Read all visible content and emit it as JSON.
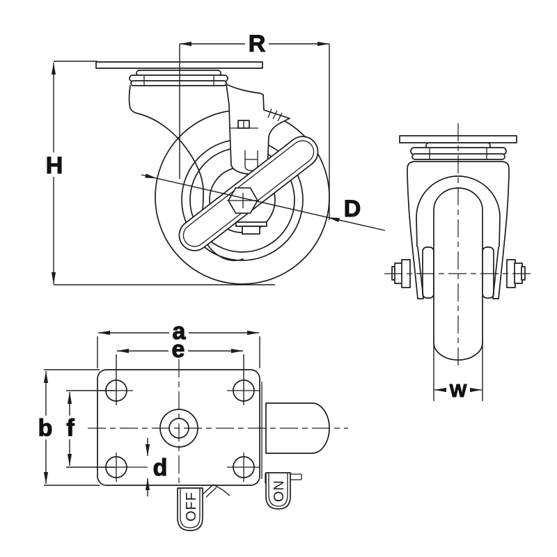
{
  "drawing": {
    "title": "Swivel plate caster with brake - dimensional drawing",
    "background": "#ffffff",
    "line_color": "#1c1c1c",
    "views": {
      "side": {
        "name": "side elevation view",
        "labels": {
          "R": "R",
          "H": "H",
          "D": "D"
        },
        "meaning": {
          "R": "swivel radius",
          "H": "overall height",
          "D": "wheel diameter"
        }
      },
      "front": {
        "name": "front elevation view",
        "labels": {
          "W": "W"
        },
        "meaning": {
          "W": "wheel width"
        }
      },
      "plan": {
        "name": "mounting plate plan view",
        "labels": {
          "a": "a",
          "e": "e",
          "b": "b",
          "f": "f",
          "d": "d"
        },
        "meaning": {
          "a": "plate length",
          "e": "bolt hole spacing length",
          "b": "plate width",
          "f": "bolt hole spacing width",
          "d": "bolt hole diameter"
        },
        "pedals": {
          "off": "OFF",
          "on": "ON"
        }
      }
    }
  }
}
